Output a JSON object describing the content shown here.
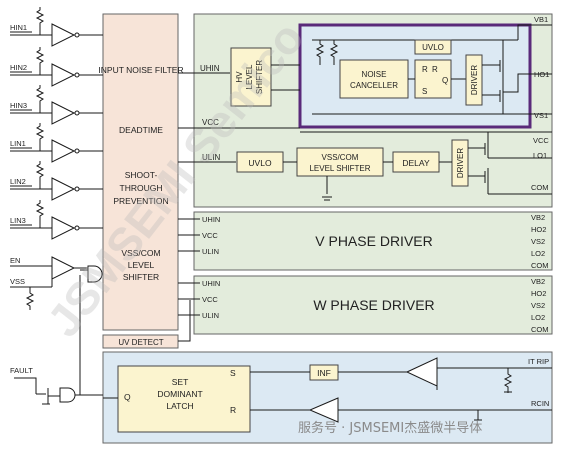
{
  "diagram": {
    "input_pins": [
      "HIN1",
      "HIN2",
      "HIN3",
      "LIN1",
      "LIN2",
      "LIN3",
      "EN",
      "VSS",
      "FAULT"
    ],
    "left_block": {
      "input_noise_filter": "INPUT NOISE FILTER",
      "deadtime": "DEADTIME",
      "shoot_through_line1": "SHOOT-",
      "shoot_through_line2": "THROUGH",
      "shoot_through_line3": "PREVENTION",
      "vss_com_line1": "VSS/COM",
      "vss_com_line2": "LEVEL",
      "vss_com_line3": "SHIFTER"
    },
    "uv_detect": "UV DETECT",
    "u_phase": {
      "uhin": "UHIN",
      "vcc": "VCC",
      "ulin": "ULIN",
      "hv_level_shifter": [
        "HV",
        "LEVEL",
        "SHIFTER"
      ],
      "uvlo_high": "UVLO",
      "noise_canceller": [
        "NOISE",
        "CANCELLER"
      ],
      "latch_r1": "R",
      "latch_r2": "R",
      "latch_q": "Q",
      "latch_s": "S",
      "driver_high": "DRIVER",
      "uvlo_low": "UVLO",
      "vss_com_shifter": [
        "VSS/COM",
        "LEVEL SHIFTER"
      ],
      "delay": "DELAY",
      "driver_low": "DRIVER",
      "outputs": [
        "VB1",
        "HO1",
        "VS1",
        "VCC",
        "LO1",
        "COM"
      ]
    },
    "v_phase": {
      "title": "V PHASE DRIVER",
      "inputs": [
        "UHIN",
        "VCC",
        "ULIN"
      ],
      "outputs": [
        "VB2",
        "HO2",
        "VS2",
        "LO2",
        "COM"
      ]
    },
    "w_phase": {
      "title": "W PHASE DRIVER",
      "inputs": [
        "UHIN",
        "VCC",
        "ULIN"
      ],
      "outputs": [
        "VB2",
        "HO2",
        "VS2",
        "LO2",
        "COM"
      ]
    },
    "fault_block": {
      "latch_title": [
        "SET",
        "DOMINANT",
        "LATCH"
      ],
      "s": "S",
      "q": "Q",
      "r": "R",
      "inf": "INF",
      "outputs": [
        "IT RIP",
        "RCIN"
      ]
    },
    "watermark": "服务号 · JSMSEMI杰盛微半导体",
    "diagonal_watermark": "JSMSEMI Semico"
  },
  "colors": {
    "green_panel": "#e3ecdc",
    "blue_panel": "#dce9f3",
    "salmon_block": "#f7e4d8",
    "yellow_block": "#fbf4cf",
    "purple_border": "#5a2a7a"
  }
}
